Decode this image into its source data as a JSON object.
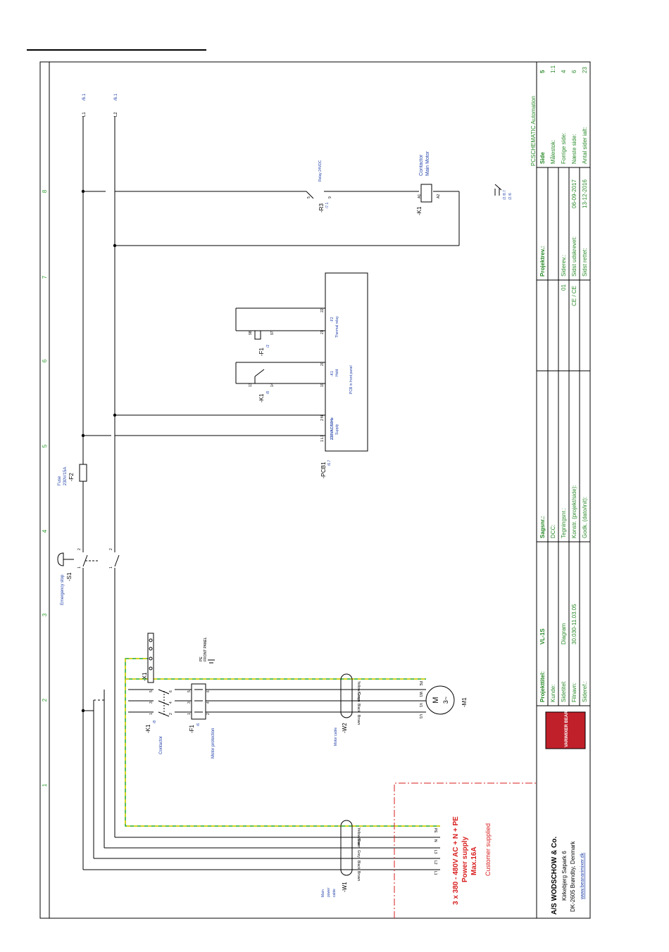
{
  "colors": {
    "wire": "#000000",
    "pe_green": "#22aa22",
    "pe_yellow": "#e6d200",
    "label_blue": "#1f3fa8",
    "grid_green": "#2a9a2a",
    "title_green": "#2a8a2a",
    "supply_red": "#d81e1e",
    "logo_red": "#c0202a"
  },
  "grid": {
    "numbers": [
      "1",
      "2",
      "3",
      "4",
      "5",
      "6",
      "7",
      "8"
    ]
  },
  "wires": {
    "line1": {
      "label": "L1",
      "ref": "/6.1"
    },
    "line2": {
      "label": "L2",
      "ref": "/6.1"
    }
  },
  "relay_r3": {
    "tag": "-R3",
    "ref": "/7.1",
    "title": "Relay 24VDC",
    "t1": "5",
    "t2": "9"
  },
  "contactor_k1_coil": {
    "tag": "-K1",
    "title1": "Contactor",
    "title2": "Main Motor",
    "a1": "A1",
    "a2": "A2",
    "contacts1": "/2 /8.7",
    "contacts2": "/2 /6"
  },
  "pcb": {
    "tag": "-PCB1",
    "ref": "/6.7",
    "supply_title": "230VAC/50Hz",
    "supply_sub": "Supply",
    "t_l1": "1 L1",
    "t_n": "2 N",
    "hold_tag": "-K1",
    "hold_sub": "Hold",
    "t19": "19",
    "t20": "20",
    "panel_label": "PCB in front panel",
    "thermal_tag": "-F2",
    "thermal_sub": "Thermal relay",
    "t21": "21",
    "t22": "22"
  },
  "k1_aux": {
    "tag": "-K1",
    "ref": "/8",
    "t1": "13",
    "t2": "14"
  },
  "f1_aux": {
    "tag": "-F1",
    "ref": "/2",
    "t1": "98",
    "t2": "97"
  },
  "fuse": {
    "tag": "-F2",
    "title": "Fuse",
    "rating": "230V/15A"
  },
  "estop": {
    "tag": "-S1",
    "title": "Emergency stop",
    "t1": "1",
    "t2": "2",
    "t3": "1",
    "t4": "2"
  },
  "terminal_x1": {
    "tag": "-X1"
  },
  "pe_front": {
    "label1": "PE",
    "label2": "FRONT PANEL"
  },
  "contactor_k1": {
    "tag": "-K1",
    "ref": "/8",
    "title": "Contactor",
    "terms": [
      "1",
      "2",
      "3",
      "4",
      "5",
      "6"
    ]
  },
  "motor_protection_f1": {
    "tag": "-F1",
    "ref": "/6",
    "title": "Motor protection",
    "terms": [
      "1",
      "2",
      "3",
      "4",
      "5",
      "6"
    ]
  },
  "motor_cable_w2": {
    "tag": "-W2",
    "title": "Motor cable",
    "cores": [
      "Yellow/Green",
      "Grey",
      "Black",
      "Brown"
    ]
  },
  "motor_m1": {
    "tag": "-M1",
    "symbol": "M",
    "phase": "3~",
    "terms": [
      "PE",
      "W1",
      "V1",
      "U1"
    ]
  },
  "main_cable_w1": {
    "tag": "-W1",
    "title1": "Main",
    "title2": "power",
    "title3": "cable",
    "cores": [
      "Yellow/Green",
      "Blue",
      "Grey",
      "Black",
      "Brown"
    ],
    "terms": [
      "PE",
      "N",
      "L3",
      "L2",
      "L1"
    ]
  },
  "power_supply": {
    "line1": "3 x 380 - 480V AC + N + PE",
    "line2": "Power supply",
    "line3": "Max.16A",
    "line4": "Customer supplied"
  },
  "title_block": {
    "company": "A/S WODSCHOW & Co.",
    "address1": "Kirkebjerg Søpark 6",
    "address2": "DK-2605 Brøndby, Denmark",
    "website": "www.beanarimixer.dk",
    "logo_text": "VARIMIXER BEAR",
    "projekttitel_label": "Projekttitel:",
    "projekttitel": "VL-1S",
    "kunde_label": "Kunde:",
    "kunde": "",
    "sidetitel_label": "Sidetitel:",
    "sidetitel": "Diagram",
    "filnavn_label": "Filnavn:",
    "filnavn": "30.030-11.03.05",
    "sideref_label": "Sideref.:",
    "sideref": "",
    "sagsnr_label": "Sagsnr.:",
    "sagsnr": "",
    "dcc_label": "DCC:",
    "dcc": "",
    "tegningsnr_label": "Tegningsnr.:",
    "tegningsnr": "01",
    "konstr_label": "Konstr. (projekt/side):",
    "konstr": "CE  /  CE",
    "godk_label": "Godk. (dato/init):",
    "godk": "",
    "projektrev_label": "Projektrev.:",
    "projektrev": "",
    "siderev_label": "Siderev.:",
    "siderev": "",
    "sidst_udskrevet_label": "Sidst udskrevet:",
    "sidst_udskrevet": "06-09-2017",
    "sidst_rettet_label": "Sidst rettet:",
    "sidst_rettet": "13-12-2016",
    "side_label": "Side",
    "side": "5",
    "malestok_label": "Målestok:",
    "malestok": "1:1",
    "forrige_label": "Forrige side:",
    "forrige": "4",
    "naeste_label": "Næste side:",
    "naeste": "6",
    "antal_label": "Antal sider ialt:",
    "antal": "23",
    "software": "PCSCHEMATIC Automation"
  }
}
